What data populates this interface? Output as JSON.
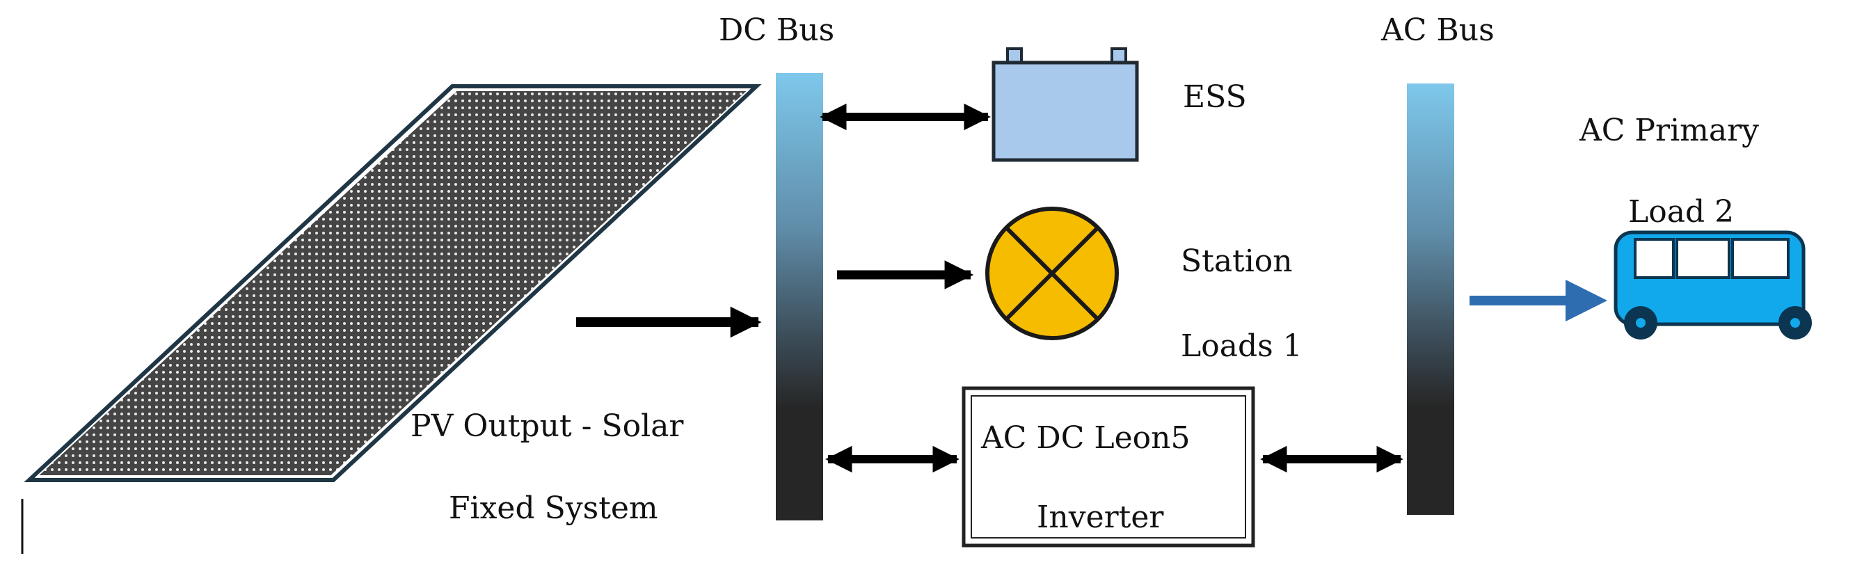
{
  "labels": {
    "dc_bus": "DC Bus",
    "ac_bus": "AC Bus",
    "ess": "ESS",
    "ac_primary": "AC Primary",
    "load2": "Load 2",
    "station": "Station",
    "loads1": "Loads 1",
    "pv_line1": "PV Output - Solar",
    "pv_line2": "Fixed System",
    "inverter_line1": "AC DC Leon5",
    "inverter_line2": "Inverter"
  },
  "colors": {
    "bus_top": "#7EC8EC",
    "bus_bottom": "#262626",
    "battery_fill": "#A8C8EC",
    "battery_stroke": "#1F2A33",
    "lamp_fill": "#F6BC00",
    "bus_icon_fill": "#11A8EC",
    "bus_icon_stroke": "#0B3550",
    "blue_arrow": "#2E6DB0",
    "panel_stroke": "#1F3645",
    "panel_fill": "#454545",
    "arrow_color": "#000000"
  },
  "icons": {
    "battery": "battery-icon",
    "lamp": "lamp-icon",
    "vehicle": "bus-vehicle-icon",
    "panel": "solar-panel-icon"
  }
}
